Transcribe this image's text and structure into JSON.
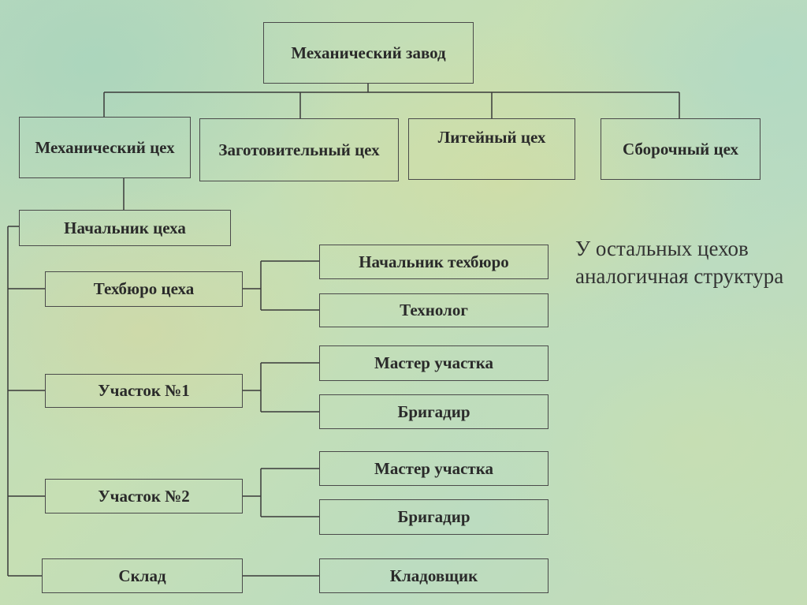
{
  "root": "Механический завод",
  "departments": [
    "Механический цех",
    "Заготовительный цех",
    "Литейный цех",
    "Сборочный цех"
  ],
  "head": "Начальник цеха",
  "units": [
    {
      "name": "Техбюро цеха",
      "staff": [
        "Начальник техбюро",
        "Технолог"
      ]
    },
    {
      "name": "Участок №1",
      "staff": [
        "Мастер участка",
        "Бригадир"
      ]
    },
    {
      "name": "Участок №2",
      "staff": [
        "Мастер участка",
        "Бригадир"
      ]
    },
    {
      "name": "Склад",
      "staff": [
        "Кладовщик"
      ]
    }
  ],
  "note": "У остальных цехов аналогичная структура"
}
